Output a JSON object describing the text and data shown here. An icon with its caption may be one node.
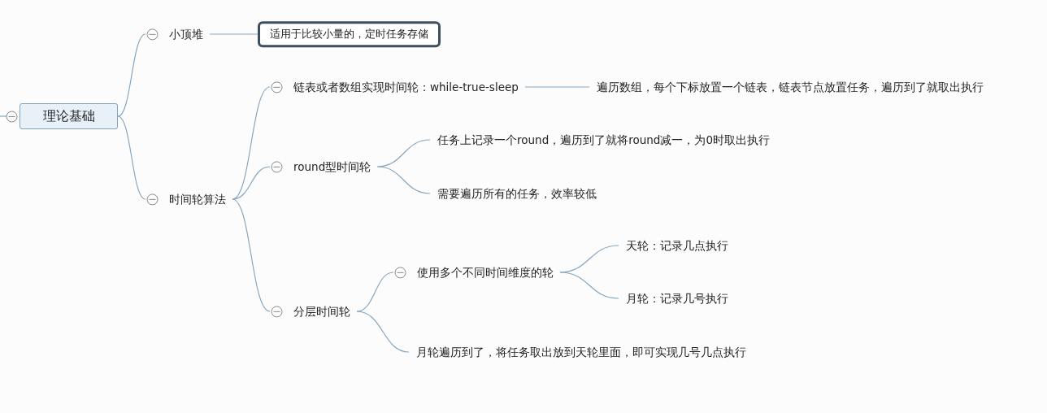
{
  "diagram": {
    "nodes": [
      {
        "text": [
          "理论基础"
        ]
      },
      {
        "text": [
          "小顶堆"
        ]
      },
      {
        "text": [
          "适用于比较小量的，定时任务存储"
        ]
      },
      {
        "text": [
          "时间轮算法"
        ]
      },
      {
        "text": [
          "链表或者数组实现时间轮：while-true-sleep"
        ]
      },
      {
        "text": [
          "遍历数组，每个下标放置一个链表，链表节点放置任务，遍历到了就取出执行"
        ]
      },
      {
        "text": [
          "round型时间轮"
        ]
      },
      {
        "text": [
          "任务上记录一个round，遍历到了就将round减一，为0时取出执行"
        ]
      },
      {
        "text": [
          "需要遍历所有的任务，效率较低"
        ]
      },
      {
        "text": [
          "分层时间轮"
        ]
      },
      {
        "text": [
          "使用多个不同时间维度的轮"
        ]
      },
      {
        "text": [
          "天轮：记录几点执行"
        ]
      },
      {
        "text": [
          "月轮：记录几号执行"
        ]
      },
      {
        "text": [
          "月轮遍历到了，将任务取出放到天轮里面，即可实现几号几点执行"
        ]
      }
    ],
    "edges": [
      {
        "from": 0,
        "to": 1,
        "arrow": "none"
      },
      {
        "from": 1,
        "to": 2,
        "arrow": "none"
      },
      {
        "from": 0,
        "to": 3,
        "arrow": "none"
      },
      {
        "from": 3,
        "to": 4,
        "arrow": "none"
      },
      {
        "from": 4,
        "to": 5,
        "arrow": "none"
      },
      {
        "from": 3,
        "to": 6,
        "arrow": "none"
      },
      {
        "from": 6,
        "to": 7,
        "arrow": "none"
      },
      {
        "from": 6,
        "to": 8,
        "arrow": "none"
      },
      {
        "from": 3,
        "to": 9,
        "arrow": "none"
      },
      {
        "from": 9,
        "to": 10,
        "arrow": "none"
      },
      {
        "from": 10,
        "to": 11,
        "arrow": "none"
      },
      {
        "from": 10,
        "to": 12,
        "arrow": "none"
      },
      {
        "from": 9,
        "to": 13,
        "arrow": "none"
      }
    ]
  }
}
